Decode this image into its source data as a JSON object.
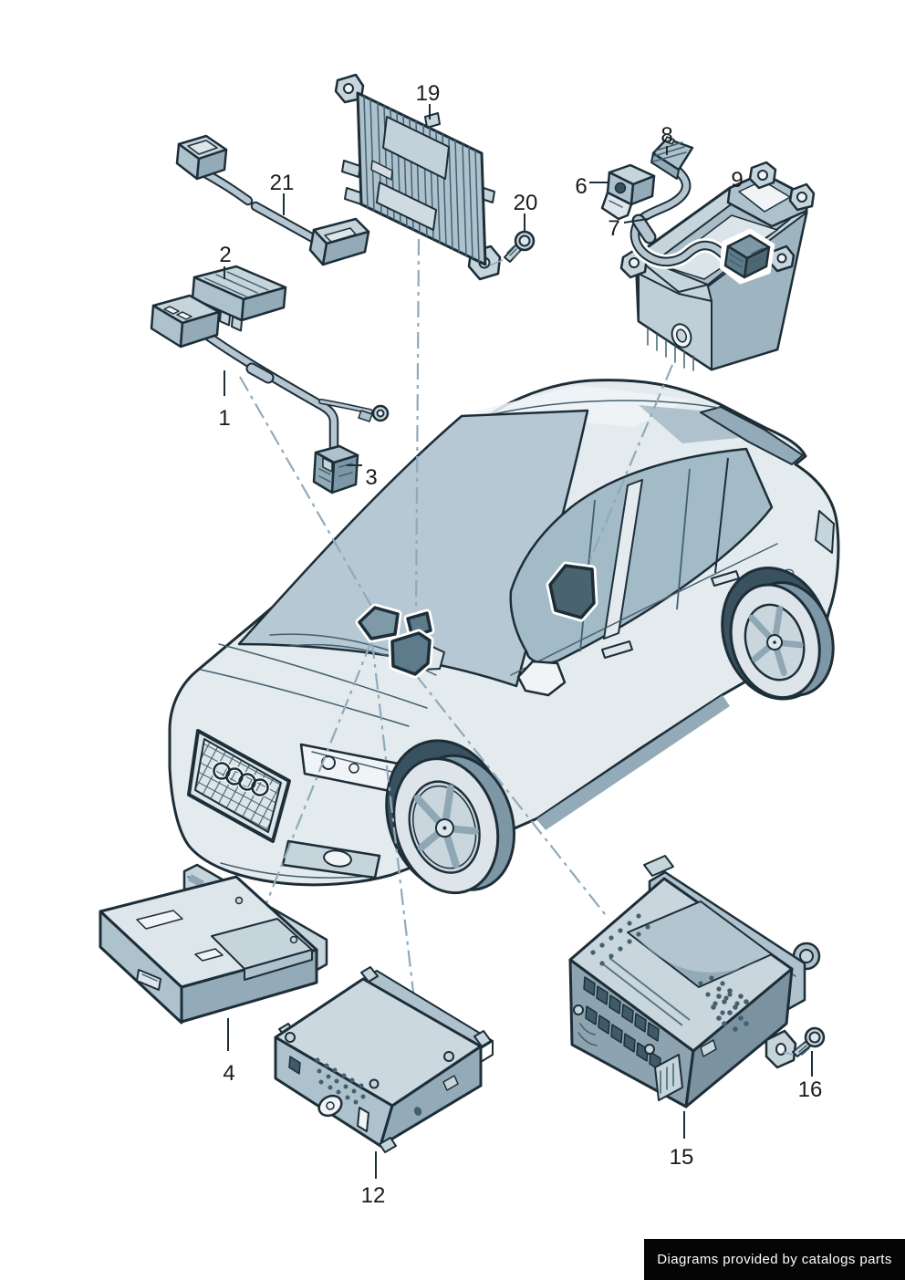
{
  "diagram": {
    "footer": {
      "text": "Diagrams provided by catalogs parts"
    },
    "colors": {
      "outline": "#1d2e38",
      "body_light": "#e4ebef",
      "panel_mid": "#c6d4dc",
      "panel_dark": "#93abb8",
      "part_dark": "#5e7b8b",
      "marker_medium": "#7e99a8",
      "marker_dark": "#49646f",
      "leader_line": "#90aaba",
      "glass": "#b5c8d3",
      "footer_bg": "#000000",
      "footer_text": "#ffffff"
    },
    "callouts": [
      {
        "n": "1"
      },
      {
        "n": "2"
      },
      {
        "n": "3"
      },
      {
        "n": "4"
      },
      {
        "n": "6"
      },
      {
        "n": "7"
      },
      {
        "n": "8"
      },
      {
        "n": "9"
      },
      {
        "n": "12"
      },
      {
        "n": "15"
      },
      {
        "n": "16"
      },
      {
        "n": "19"
      },
      {
        "n": "20"
      },
      {
        "n": "21"
      }
    ]
  }
}
